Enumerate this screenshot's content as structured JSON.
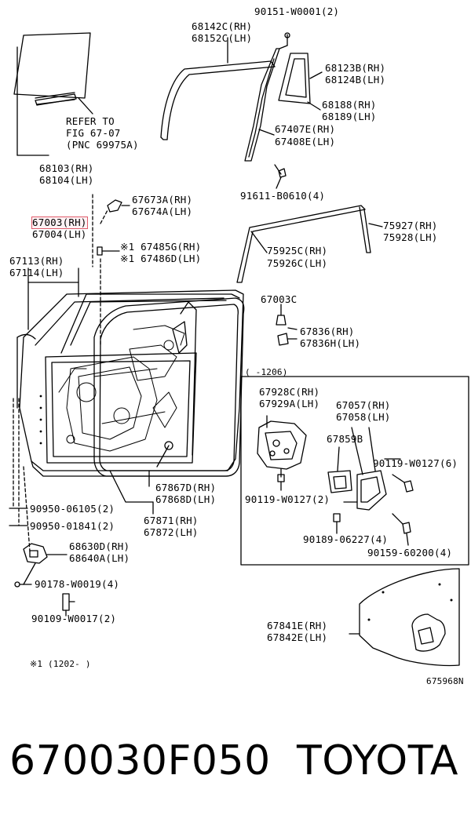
{
  "labels": {
    "l90151": "90151-W0001(2)",
    "l68142": "68142C(RH)",
    "l68152": "68152C(LH)",
    "l68123": "68123B(RH)",
    "l68124": "68124B(LH)",
    "l68188": "68188(RH)",
    "l68189": "68189(LH)",
    "l67407": "67407E(RH)",
    "l67408": "67408E(LH)",
    "l91611": "91611-B0610(4)",
    "refer1": "REFER TO",
    "refer2": "FIG 67-07",
    "refer3": "(PNC 69975A)",
    "l68103": "68103(RH)",
    "l68104": "68104(LH)",
    "l67673": "67673A(RH)",
    "l67674": "67674A(LH)",
    "l67003rh": "67003(RH)",
    "l67004": "67004(LH)",
    "l75927": "75927(RH)",
    "l75928": "75928(LH)",
    "l67485": "※1 67485G(RH)",
    "l67486": "※1 67486D(LH)",
    "l75925": "75925C(RH)",
    "l75926": "75926C(LH)",
    "l67113": "67113(RH)",
    "l67114": "67114(LH)",
    "l67003c": "67003C",
    "l67836rh": "67836(RH)",
    "l67836lh": "67836H(LH)",
    "range1206": "(    -1206)",
    "l67928": "67928C(RH)",
    "l67929": "67929A(LH)",
    "l67057": "67057(RH)",
    "l67058": "67058(LH)",
    "l67859": "67859B",
    "l90119a": "90119-W0127(6)",
    "l90119b": "90119-W0127(2)",
    "l67867": "67867D(RH)",
    "l67868": "67868D(LH)",
    "l90950a": "90950-06105(2)",
    "l90950b": "90950-01841(2)",
    "l67871": "67871(RH)",
    "l67872": "67872(LH)",
    "l90189": "90189-06227(4)",
    "l68630": "68630D(RH)",
    "l68640": "68640A(LH)",
    "l90159": "90159-60200(4)",
    "l90178": "90178-W0019(4)",
    "l90109": "90109-W0017(2)",
    "l67841": "67841E(RH)",
    "l67842": "67842E(LH)",
    "note1": "※1 (1202-     )",
    "figno": "675968N"
  },
  "footer": {
    "part_number": "670030F050",
    "brand": "TOYOTA"
  },
  "colors": {
    "line": "#000000",
    "highlight": "#e05a6a"
  }
}
